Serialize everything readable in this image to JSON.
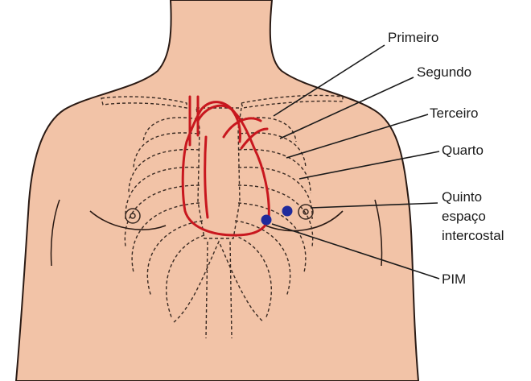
{
  "labels": {
    "first": "Primeiro",
    "second": "Segundo",
    "third": "Terceiro",
    "fourth": "Quarto",
    "fifth_line1": "Quinto",
    "fifth_line2": "espaço",
    "fifth_line3": "intercostal",
    "pim": "PIM"
  },
  "colors": {
    "skin": "#f2c3a7",
    "outline": "#2a1a14",
    "heart": "#c8171e",
    "dot": "#1f2a9c",
    "ribs": "#3a2a22",
    "leader": "#1a1a1a"
  }
}
